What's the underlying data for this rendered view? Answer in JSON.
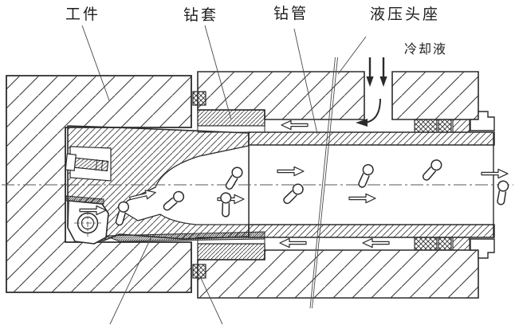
{
  "labels": {
    "workpiece": "工件",
    "drill_bushing": "钻套",
    "drill_pipe": "钻管",
    "hydraulic_head_seat": "液压头座",
    "coolant": "冷却液"
  },
  "colors": {
    "line": "#2b2b2b",
    "leader": "#4a4a4a",
    "background": "#ffffff"
  }
}
